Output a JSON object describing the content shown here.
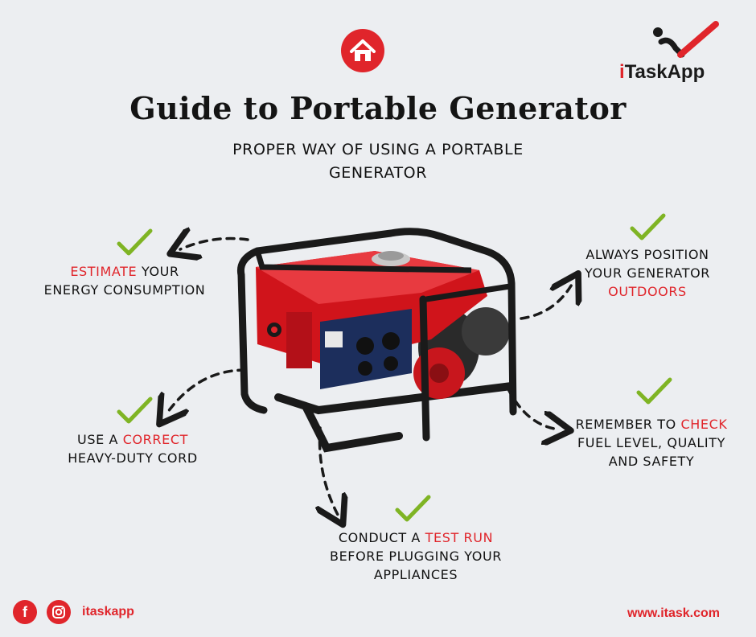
{
  "brand": {
    "name_prefix": "i",
    "name_rest": "TaskApp",
    "accent": "#e0252b",
    "check_color": "#7fb424"
  },
  "header": {
    "title": "Guide to Portable Generator",
    "subtitle_line1": "PROPER WAY OF USING A PORTABLE",
    "subtitle_line2": "GENERATOR",
    "icon": "house-icon"
  },
  "tips": {
    "estimate": {
      "hl": "ESTIMATE",
      "rest": " YOUR",
      "line2": "ENERGY CONSUMPTION"
    },
    "cord": {
      "pre": "USE A ",
      "hl": "CORRECT",
      "line2": "HEAVY-DUTY CORD"
    },
    "test": {
      "pre": "CONDUCT A ",
      "hl": "TEST RUN",
      "line2": "BEFORE PLUGGING YOUR",
      "line3": "APPLIANCES"
    },
    "position": {
      "line1": "ALWAYS POSITION",
      "line2": "YOUR GENERATOR",
      "hl": "OUTDOORS"
    },
    "check": {
      "pre": "REMEMBER TO ",
      "hl": "CHECK",
      "line2": "FUEL LEVEL, QUALITY",
      "line3": "AND SAFETY"
    }
  },
  "footer": {
    "facebook_glyph": "f",
    "handle": "itaskapp",
    "url": "www.itask.com"
  }
}
